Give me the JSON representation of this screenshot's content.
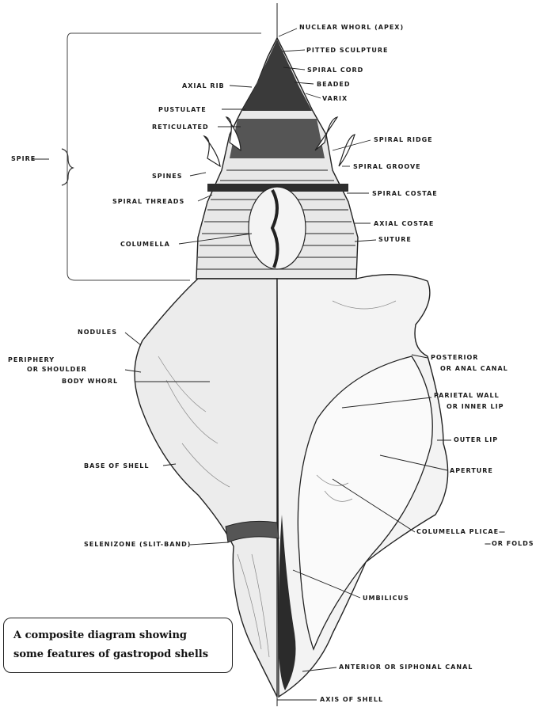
{
  "labels": {
    "nuclear_whorl": "NUCLEAR WHORL (APEX)",
    "pitted_sculpture": "PITTED SCULPTURE",
    "spiral_cord": "SPIRAL CORD",
    "axial_rib": "AXIAL RIB",
    "beaded": "BEADED",
    "varix": "VARIX",
    "pustulate": "PUSTULATE",
    "reticulated": "RETICULATED",
    "spiral_ridge": "SPIRAL RIDGE",
    "spire": "SPIRE",
    "spiral_groove": "SPIRAL GROOVE",
    "spines": "SPINES",
    "spiral_threads": "SPIRAL THREADS",
    "spiral_costae": "SPIRAL COSTAE",
    "axial_costae": "AXIAL COSTAE",
    "columella": "COLUMELLA",
    "suture": "SUTURE",
    "nodules": "NODULES",
    "periphery_1": "PERIPHERY",
    "periphery_2": "OR SHOULDER",
    "posterior_1": "POSTERIOR",
    "posterior_2": "OR ANAL CANAL",
    "body_whorl": "BODY WHORL",
    "parietal_1": "PARIETAL WALL",
    "parietal_2": "OR INNER LIP",
    "outer_lip": "OUTER LIP",
    "base_of_shell": "BASE OF SHELL",
    "aperture": "APERTURE",
    "columella_plicae_1": "COLUMELLA PLICAE—",
    "columella_plicae_2": "—OR FOLDS",
    "selenizone": "SELENIZONE (SLIT-BAND)",
    "umbilicus": "UMBILICUS",
    "anterior_canal": "ANTERIOR OR SIPHONAL CANAL",
    "axis_of_shell": "AXIS OF SHELL"
  },
  "caption": {
    "line1": "A composite diagram showing",
    "line2": "some features of gastropod shells"
  }
}
